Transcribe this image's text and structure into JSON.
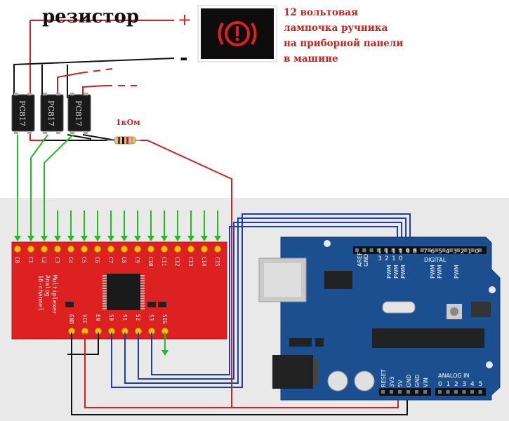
{
  "title": "резистор",
  "plus_sign": "+",
  "minus_sign": "-",
  "lamp_caption": [
    "12 вольтовая",
    "лампочка ручника",
    "на приборной панели",
    "в машине"
  ],
  "resistor_label": "1кОм",
  "optocoupler_label": "PC817",
  "mux": {
    "channel_pins": [
      "C0",
      "C1",
      "C2",
      "C3",
      "C4",
      "C5",
      "C6",
      "C7",
      "C8",
      "C9",
      "C10",
      "C11",
      "C12",
      "C13",
      "C14",
      "C15"
    ],
    "name_lines": [
      "16-channel",
      "Analog",
      "Multiplexer"
    ],
    "bottom_pins": [
      "GND",
      "VCC",
      "EN",
      "S0",
      "S1",
      "S2",
      "S3",
      "SIG"
    ]
  },
  "arduino": {
    "aref": "AREF",
    "gnd": "GND",
    "digital_top": [
      "1",
      "1",
      "1",
      "1",
      "9",
      "8"
    ],
    "digital_bottom": [
      "3",
      "2",
      "1",
      "0"
    ],
    "digital_right": [
      "7",
      "6",
      "5",
      "4",
      "3",
      "2",
      "1",
      "0"
    ],
    "digital_label": "DIGITAL",
    "pwm": "PWM",
    "power_pins": [
      "RESET",
      "3V3",
      "5V",
      "GND",
      "GND",
      "VIN"
    ],
    "analog_label": "ANALOG IN",
    "analog_pins": [
      "0",
      "1",
      "2",
      "3",
      "4",
      "5"
    ]
  },
  "colors": {
    "red": "#d42020",
    "black": "#111111",
    "green": "#22bb22",
    "blue": "#1e3fa8",
    "board": "#1b4f8f",
    "mux_red": "#dd2020"
  }
}
